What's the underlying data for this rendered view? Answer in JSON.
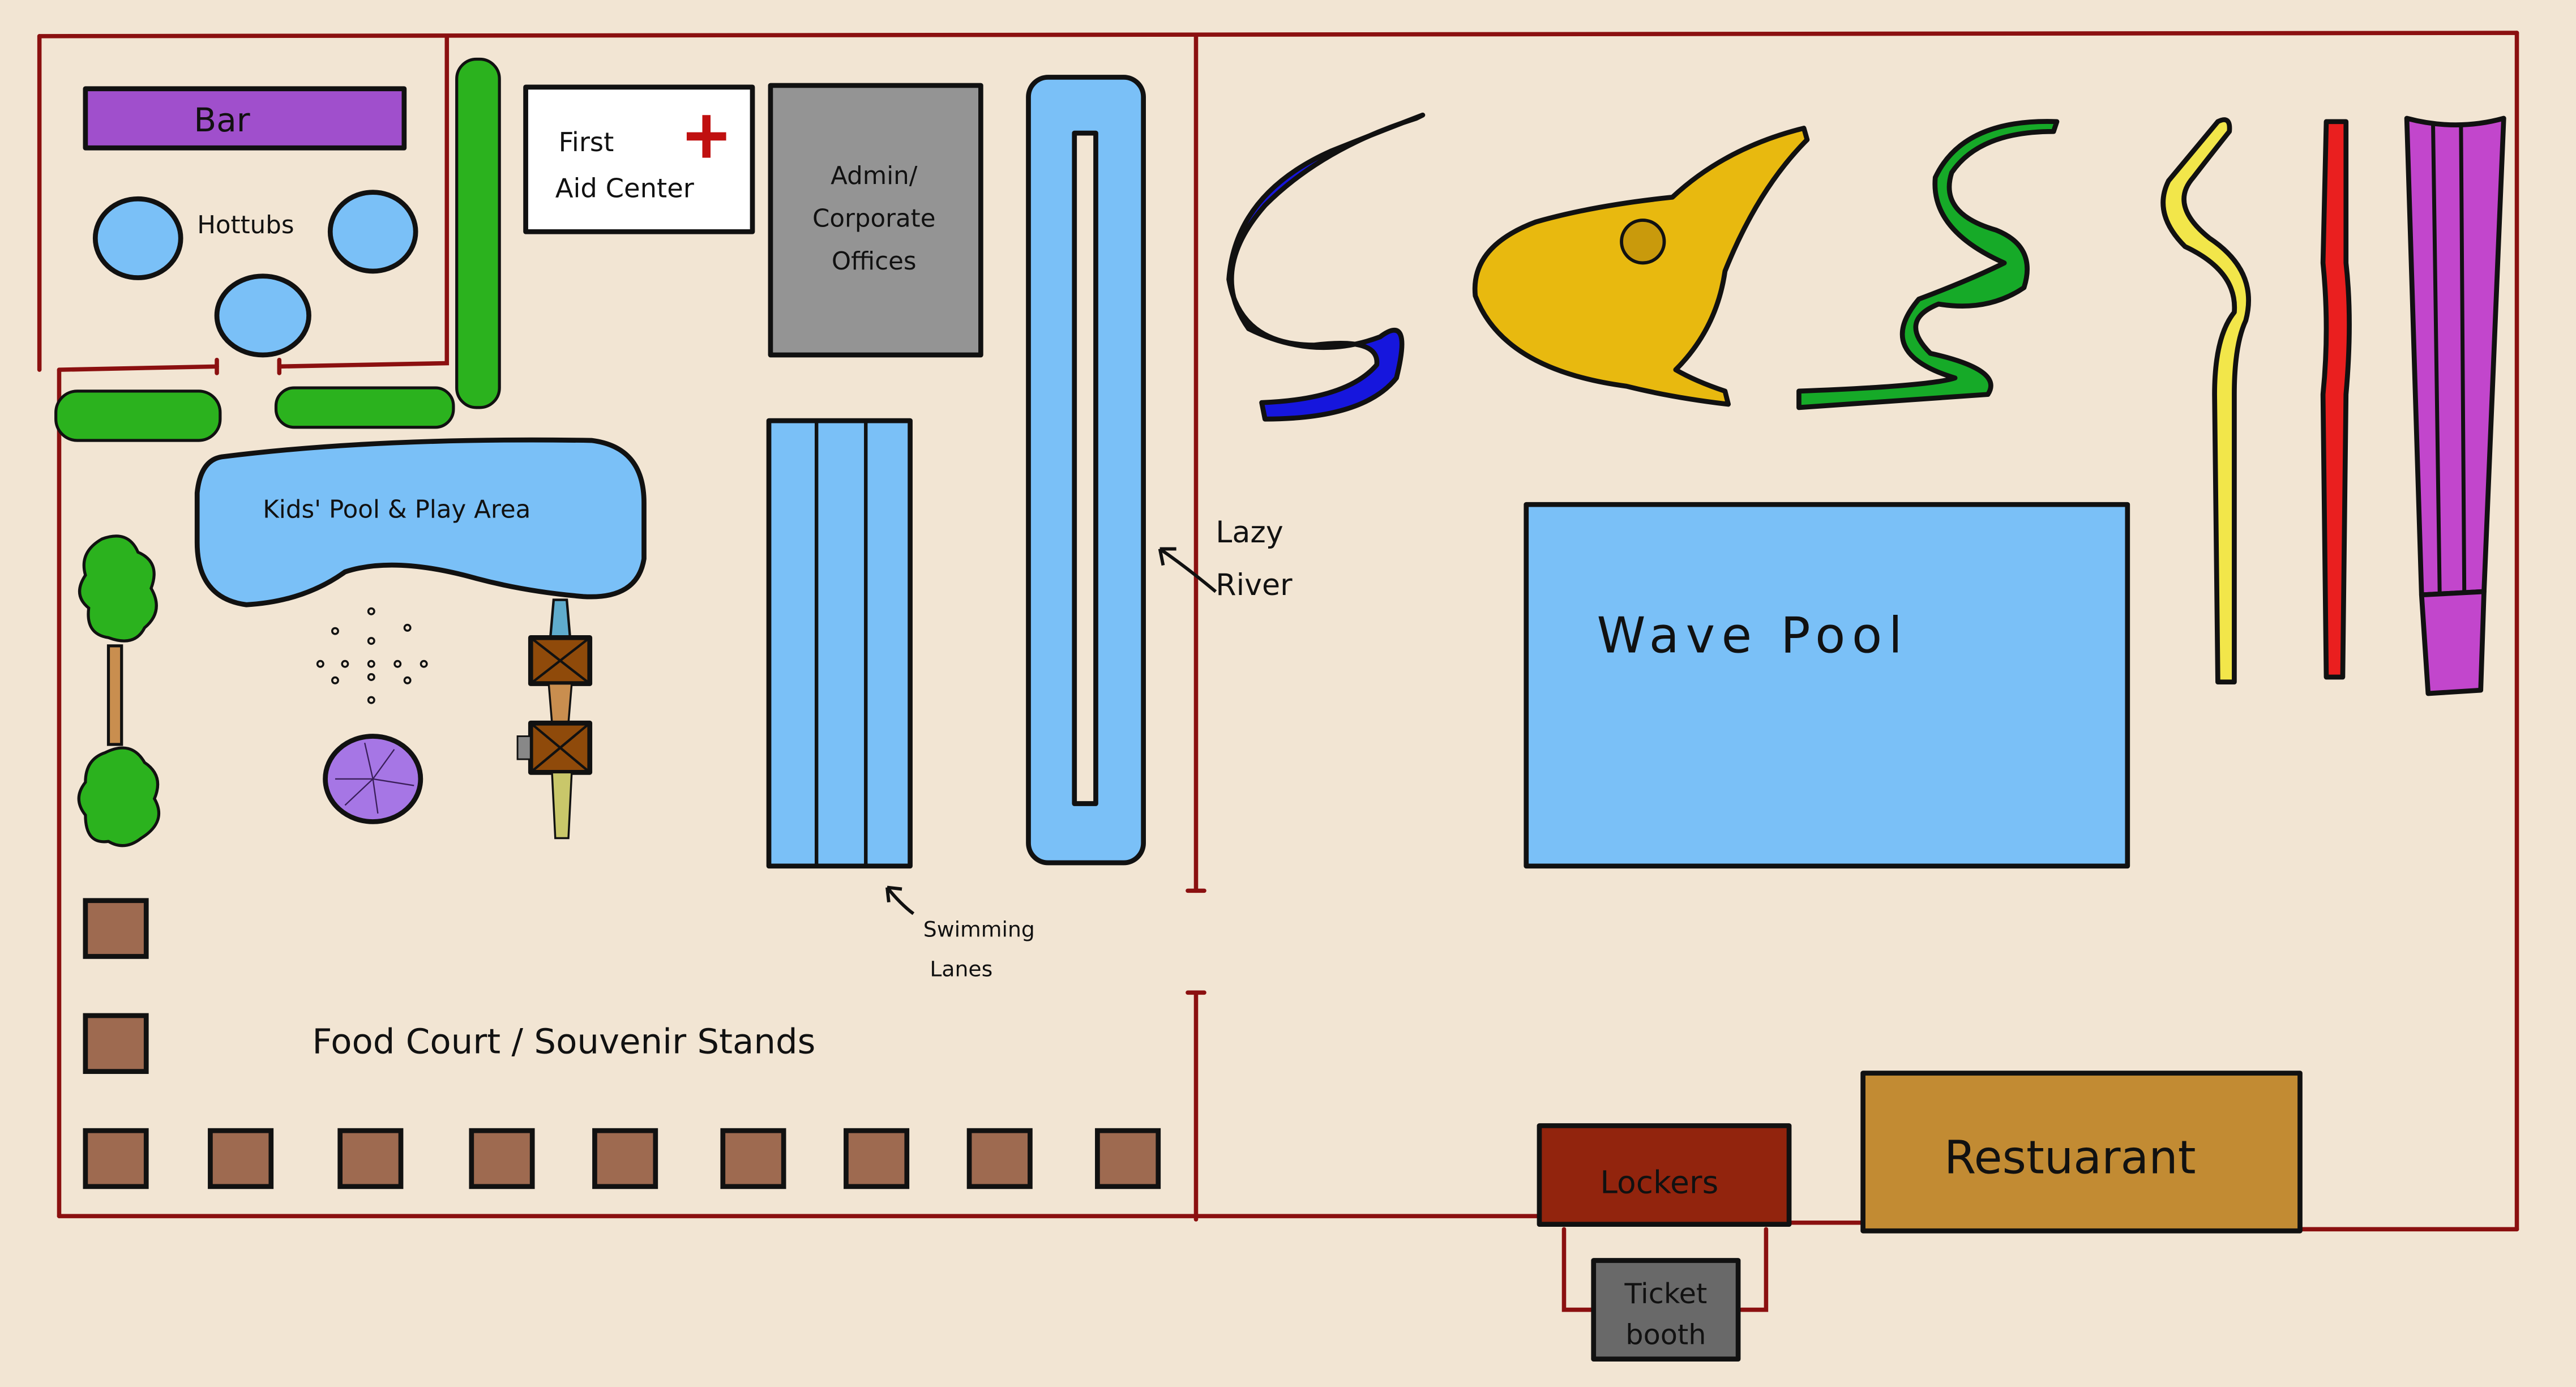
{
  "map": {
    "title": "Water Park Map",
    "background_color": "#f2e5d3",
    "wall_color": "#8b1010"
  },
  "labels": {
    "bar": "Bar",
    "hottubs": "Hottubs",
    "first_aid_line1": "First",
    "first_aid_line2": "Aid Center",
    "admin_line1": "Admin/",
    "admin_line2": "Corporate",
    "admin_line3": "Offices",
    "kids_pool": "Kids' Pool & Play Area",
    "lazy_river_line1": "Lazy",
    "lazy_river_line2": "River",
    "swimming_lanes_line1": "Swimming",
    "swimming_lanes_line2": "Lanes",
    "wave_pool": "Wave Pool",
    "food_court": "Food Court / Souvenir Stands",
    "lockers": "Lockers",
    "restaurant": "Restuarant",
    "ticket_booth_line1": "Ticket",
    "ticket_booth_line2": "booth"
  },
  "colors": {
    "water": "#7ac0f7",
    "bar": "#a04fcc",
    "first_aid_cross": "#c01010",
    "admin": "#949494",
    "tree": "#2bb21e",
    "stall": "#9e6a50",
    "lockers": "#92240d",
    "restaurant": "#c28b33",
    "ticket_booth": "#696969",
    "slide_blue": "#1616dd",
    "slide_bowl": "#e8b90f",
    "slide_green": "#16aa28",
    "slide_yellow": "#f2e64a",
    "slide_red": "#ea1f1f",
    "slide_purple": "#c246cc",
    "umbrella": "#a676e5"
  },
  "counts": {
    "hottubs": 3,
    "swimming_lanes": 3,
    "food_stalls": 11,
    "water_slides": 6
  }
}
